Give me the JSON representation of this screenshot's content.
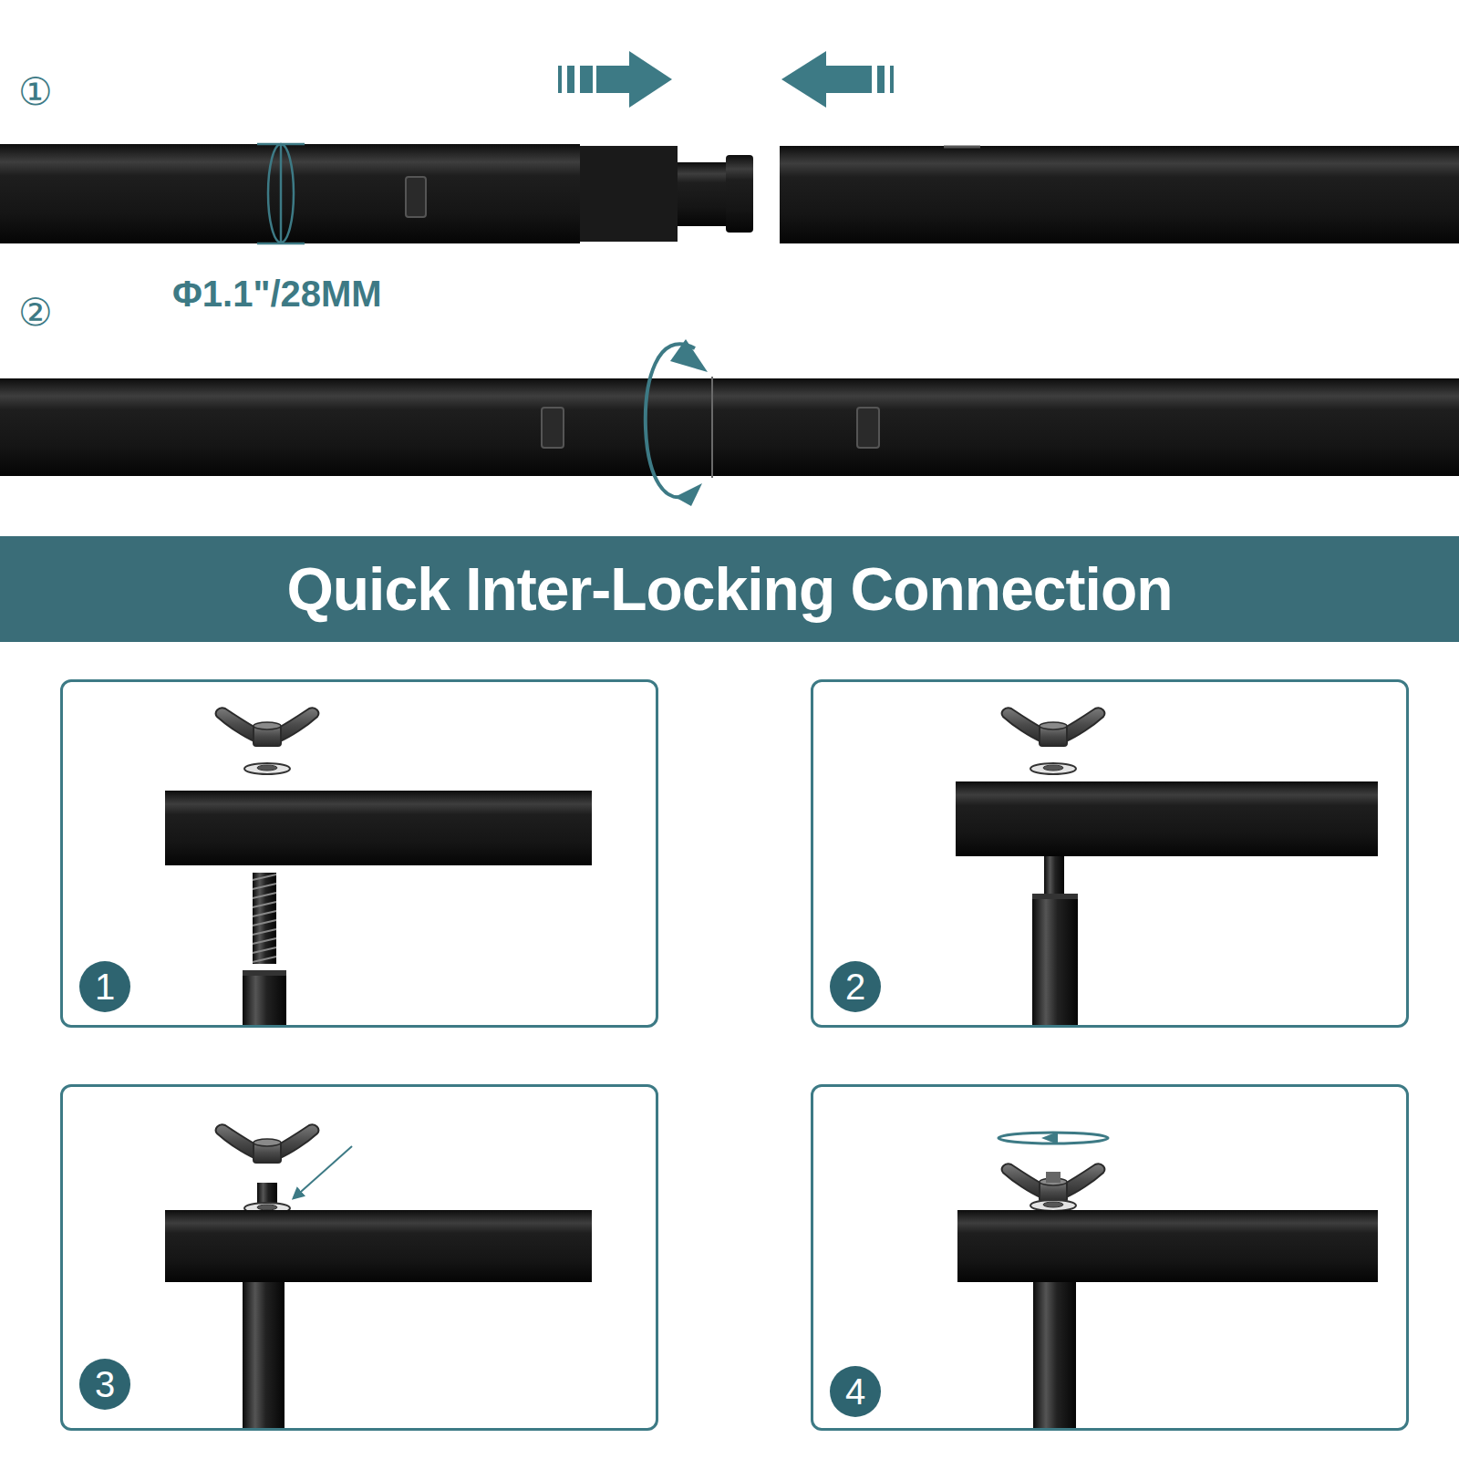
{
  "diagram": {
    "nodes": [
      {
        "text": [
          "Quick Inter-Locking Connection"
        ]
      },
      {
        "text": [
          "1"
        ]
      },
      {
        "text": [
          "2"
        ]
      },
      {
        "text": [
          "3"
        ]
      },
      {
        "text": [
          "4"
        ]
      }
    ],
    "labels": [
      "①",
      "Φ1.1\"/28MM",
      "②"
    ]
  }
}
